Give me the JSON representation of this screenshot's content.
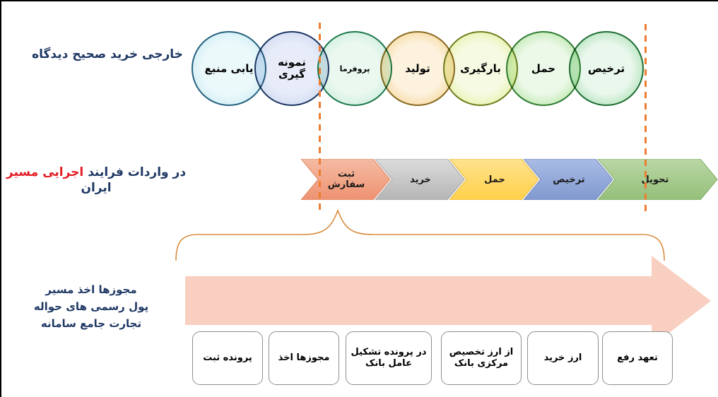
{
  "colors": {
    "title_navy": "#1F3864",
    "title_red": "#E31B23",
    "dashed_line_orange": "#ED7D31",
    "brace_orange": "#D98C3F",
    "big_arrow_pink": "#F8CFC0",
    "chevron_fills": [
      "#EE9271",
      "#B5B5B5",
      "#FFD049",
      "#8099CF",
      "#95BF79"
    ],
    "circle_edge_fills": [
      "#BFE7F1",
      "#C2CEEF",
      "#BDE9D1",
      "#F4C977",
      "#DDEB82",
      "#9FDE88",
      "#8FD69B"
    ]
  },
  "top_section": {
    "label": "دیدگاه صحیح خرید خارجی",
    "circles": [
      {
        "label": "منبع یابی"
      },
      {
        "label": "نمونه گیری"
      },
      {
        "label": "پروفرما"
      },
      {
        "label": "تولید"
      },
      {
        "label": "بارگیری"
      },
      {
        "label": "حمل"
      },
      {
        "label": "ترخیص"
      }
    ]
  },
  "middle_section": {
    "label_red": "مسیر اجرایی",
    "label_blue": "فرایند واردات در ایران",
    "chevrons": [
      {
        "label": "ثبت سفارش"
      },
      {
        "label": "خرید"
      },
      {
        "label": "حمل"
      },
      {
        "label": "ترخیص"
      },
      {
        "label": "تحویل"
      }
    ]
  },
  "bottom_section": {
    "label_lines": [
      "مسیر اخذ مجوزها",
      "حواله های رسمی پول",
      "سامانه جامع تجارت"
    ],
    "boxes": [
      {
        "label": "ثبت پرونده"
      },
      {
        "label": "اخذ مجوزها"
      },
      {
        "label": "تشکیل پرونده در بانک عامل"
      },
      {
        "label": "تخصیص ارز از بانک مرکزی"
      },
      {
        "label": "خرید ارز"
      },
      {
        "label": "رفع تعهد"
      }
    ]
  }
}
